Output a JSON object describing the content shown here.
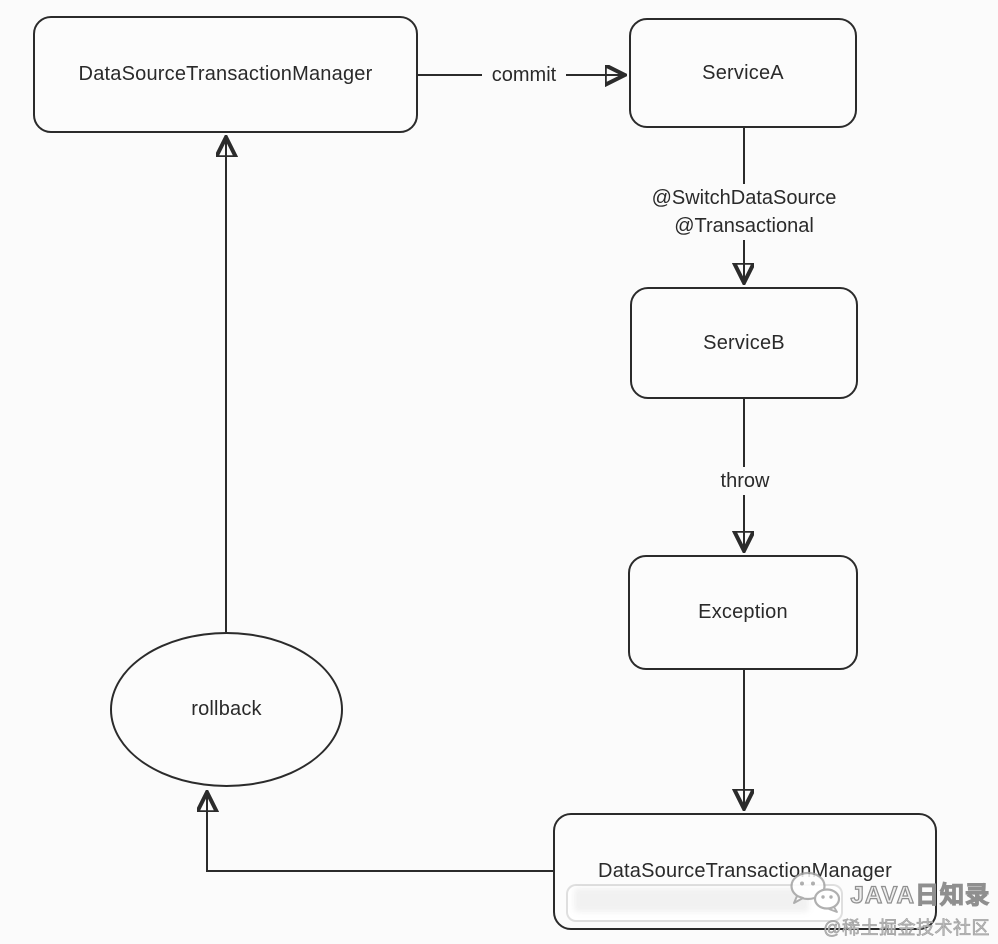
{
  "diagram": {
    "background_color": "#fbfbfb",
    "stroke_color": "#2b2b2b",
    "nodes": [
      {
        "id": "dstm-top",
        "shape": "rounded-rect",
        "label": "DataSourceTransactionManager"
      },
      {
        "id": "service-a",
        "shape": "rounded-rect",
        "label": "ServiceA"
      },
      {
        "id": "service-b",
        "shape": "rounded-rect",
        "label": "ServiceB"
      },
      {
        "id": "exception",
        "shape": "rounded-rect",
        "label": "Exception"
      },
      {
        "id": "dstm-bottom",
        "shape": "rounded-rect",
        "label": "DataSourceTransactionManager"
      },
      {
        "id": "rollback",
        "shape": "ellipse",
        "label": "rollback"
      }
    ],
    "edges": [
      {
        "from": "dstm-top",
        "to": "service-a",
        "label": "commit",
        "direction": "right"
      },
      {
        "from": "service-a",
        "to": "service-b",
        "label_line1": "@SwitchDataSource",
        "label_line2": "@Transactional",
        "direction": "down"
      },
      {
        "from": "service-b",
        "to": "exception",
        "label": "throw",
        "direction": "down"
      },
      {
        "from": "exception",
        "to": "dstm-bottom",
        "label": "",
        "direction": "down"
      },
      {
        "from": "dstm-bottom",
        "to": "rollback",
        "label": "",
        "direction": "left-then-up"
      },
      {
        "from": "rollback",
        "to": "dstm-top",
        "label": "",
        "direction": "up"
      }
    ]
  },
  "watermark": {
    "icon": "wechat-icon",
    "title": "JAVA日知录",
    "subtitle": "@稀土掘金技术社区"
  }
}
